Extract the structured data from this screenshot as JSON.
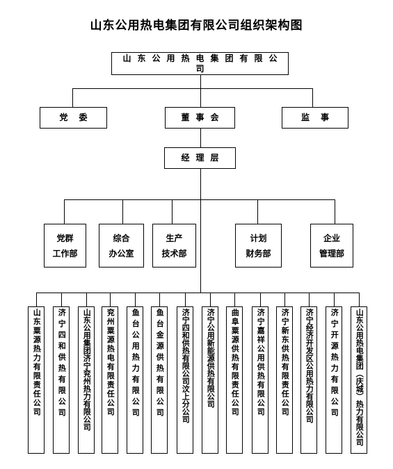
{
  "title": "山东公用热电集团有限公司组织架构图",
  "top": "山东公用热电集团有限公司",
  "level2": {
    "party": "党委",
    "board": "董事会",
    "supervisor": "监事"
  },
  "management": "经理层",
  "departments": [
    {
      "line1": "党群",
      "line2": "工作部"
    },
    {
      "line1": "综合",
      "line2": "办公室"
    },
    {
      "line1": "生产",
      "line2": "技术部"
    },
    {
      "line1": "计划",
      "line2": "财务部"
    },
    {
      "line1": "企业",
      "line2": "管理部"
    }
  ],
  "subsidiaries": [
    "山东粟源热力有限责任公司",
    "济宁四和供热有限公司",
    "山东公用集团济宁兖州热力有限公司",
    "兖州粟源热电有限责任公司",
    "鱼台公用热力有限公司",
    "鱼台金源供热有限公司",
    "济宁四和供热有限公司汶上分公司",
    "济宁公用新能源供热有限公司",
    "曲阜粟源供热有限责任公司",
    "济宁嘉祥公用供热有限公司",
    "济宁新东供热有限责任公司",
    "济宁经济开发区公用热力有限公司",
    "济宁开源热力有限公司",
    "山东公用热电集团（庆城）热力有限公司"
  ]
}
